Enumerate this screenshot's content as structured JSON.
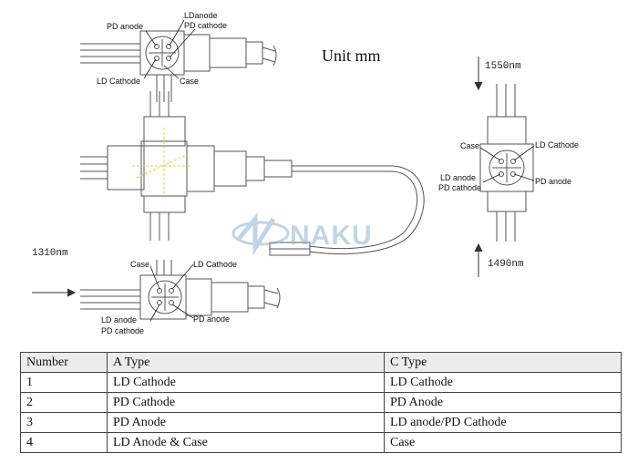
{
  "diagram": {
    "unit_label": "Unit mm",
    "watermark": "NAKU",
    "wavelengths": {
      "top_right": "1550nm",
      "bottom_right": "1490nm",
      "left": "1310nm"
    },
    "top_view_labels": {
      "pd_anode": "PD anode",
      "ld_anode": "LDanode",
      "pd_cathode": "PD cathode",
      "ld_cathode": "LD Cathode",
      "case": "Case"
    },
    "right_view_labels": {
      "case": "Case",
      "ld_cathode": "LD Cathode",
      "ld_anode": "LD anode",
      "pd_cathode": "PD cathode",
      "pd_anode": "PD anode"
    },
    "bottom_view_labels": {
      "case": "Case",
      "ld_cathode": "LD Cathode",
      "ld_anode": "LD anode",
      "pd_cathode": "PD cathode",
      "pd_anode": "PD anode"
    }
  },
  "table": {
    "headers": [
      "Number",
      "A Type",
      "C Type"
    ],
    "rows": [
      [
        "1",
        "LD Cathode",
        "LD Cathode"
      ],
      [
        "2",
        "PD Cathode",
        "PD Anode"
      ],
      [
        "3",
        "PD Anode",
        "LD anode/PD Cathode"
      ],
      [
        "4",
        "LD Anode & Case",
        "Case"
      ]
    ]
  }
}
